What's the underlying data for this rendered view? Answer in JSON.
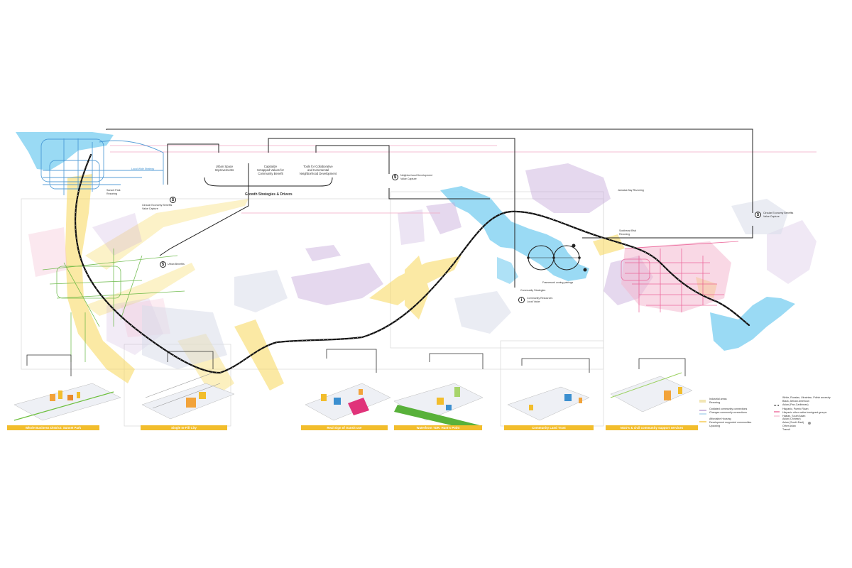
{
  "diagram": {
    "title": "Growth Strategies & Drivers",
    "strategies": [
      "Urban Space\nImprovements",
      "Capitalize\nUntapped Values for\nCommunity Benefit",
      "Tools for Collaborative\nand Incremental\nNeighborhood Development"
    ],
    "value_capture": {
      "left": "Circular Economy Benefits\nValue Capture",
      "center": "Neighborhood Development\nValue Capture",
      "right": "Circular Economy Benefits\nValue Capture"
    },
    "community": {
      "strategies": "Community Strategies",
      "value": "Community Resources\nLocal Value"
    },
    "map_labels": {
      "sunset_park": "Sunset Park\nRezoning",
      "jamaica_bay": "Jamaica Bay Rezoning",
      "southeast_bx": "Southeast Blvd\nRezoning",
      "local_strategy": "Local Wide Strategy",
      "urban_benefits": "Urban Benefits",
      "framework": "Framework zoning pairings"
    },
    "case_studies": [
      "Whole Business District: Sunset Park",
      "Single In-Fill City",
      "Real Sign of transit use",
      "Waterfront TDR: Hunt's Point",
      "Community Land Trust",
      "NGO's & civil community support services"
    ],
    "legend": [
      "Industrial areas\nRezoning",
      "Outdated community connections\nChanges community connections",
      "Affordable Housing\nDevelopment supported communities\nUpzoning",
      "White, Russian, Ukrainian, Polish ancestry\nBlack, African American\nAsian (Pan-Caribbean)",
      "Hispanic, Puerto Rican\nHispanic other native immigrant groups\nHaitian, South Asian",
      "Asian (Chinese)\nAsian (South East)\nOther Asian",
      "Transit"
    ],
    "colors": {
      "accent": "#f2bd2c",
      "water": "#7ecff0",
      "rail": "#111111",
      "pink": "#e94f8a",
      "purple": "#b08ac9",
      "green": "#6cbf3c",
      "blue": "#3b8fd0"
    }
  }
}
